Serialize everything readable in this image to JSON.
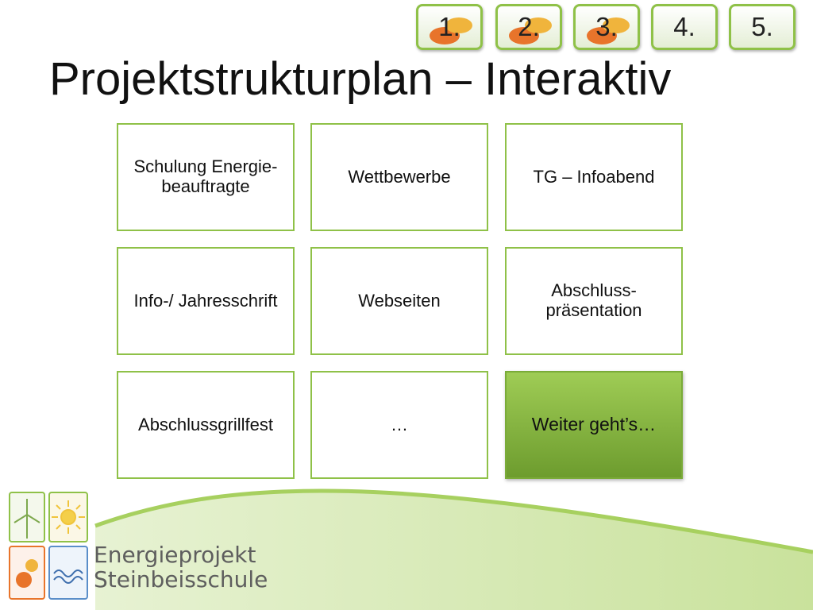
{
  "nav": {
    "items": [
      {
        "label": "1.",
        "icon": "speech-bubbles-icon"
      },
      {
        "label": "2.",
        "icon": "speech-bubbles-icon"
      },
      {
        "label": "3.",
        "icon": "speech-bubbles-icon"
      },
      {
        "label": "4."
      },
      {
        "label": "5."
      }
    ]
  },
  "title": "Projektstrukturplan – Interaktiv",
  "tiles": [
    "Schulung Energie-beauftragte",
    "Wettbewerbe",
    "TG – Infoabend",
    "Info-/ Jahresschrift",
    "Webseiten",
    "Abschluss-präsentation",
    "Abschlussgrillfest",
    "…",
    "Weiter geht’s…"
  ],
  "logo": {
    "line1": "Energieprojekt",
    "line2": "Steinbeisschule"
  },
  "colors": {
    "accent_green": "#8fc148",
    "active_tile_top": "#9fcc55",
    "active_tile_bottom": "#6d9c2e",
    "bubble_orange": "#e8742b",
    "bubble_yellow": "#f0b43c"
  }
}
